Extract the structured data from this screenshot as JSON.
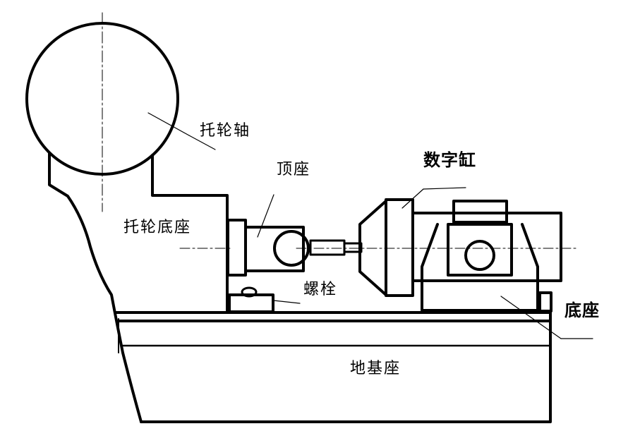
{
  "labels": {
    "roller_shaft": "托轮轴",
    "top_seat": "顶座",
    "digital_cylinder": "数字缸",
    "roller_base": "托轮底座",
    "bolt": "螺栓",
    "base": "底座",
    "foundation": "地基座"
  },
  "colors": {
    "line": "#000000",
    "background": "#ffffff"
  }
}
